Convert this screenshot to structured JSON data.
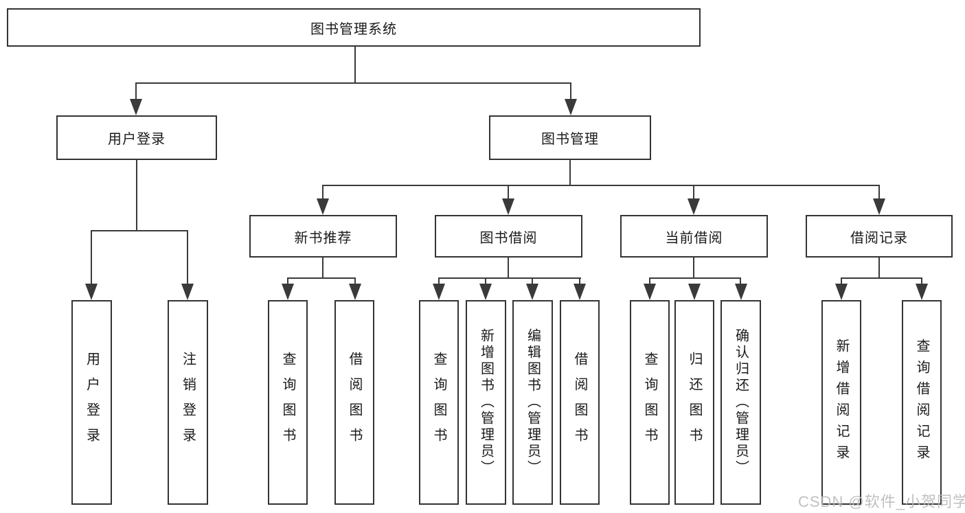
{
  "diagram": {
    "root": {
      "label": "图书管理系统"
    },
    "branches": [
      {
        "label": "用户登录",
        "leaves": [
          "用户登录",
          "注销登录"
        ]
      },
      {
        "label": "图书管理",
        "sections": [
          {
            "label": "新书推荐",
            "leaves": [
              "查询图书",
              "借阅图书"
            ]
          },
          {
            "label": "图书借阅",
            "leaves": [
              "查询图书",
              "新增图书（管理员）",
              "编辑图书（管理员）",
              "借阅图书"
            ]
          },
          {
            "label": "当前借阅",
            "leaves": [
              "查询图书",
              "归还图书",
              "确认归还（管理员）"
            ]
          },
          {
            "label": "借阅记录",
            "leaves": [
              "新增借阅记录",
              "查询借阅记录"
            ]
          }
        ]
      }
    ]
  },
  "watermark": {
    "text": "CSDN @软件_小贺同学"
  },
  "colors": {
    "line": "#3a3a3a",
    "box_border": "#333333",
    "text": "#1a1a1a",
    "background": "#ffffff",
    "watermark": "#b9b9b9"
  }
}
